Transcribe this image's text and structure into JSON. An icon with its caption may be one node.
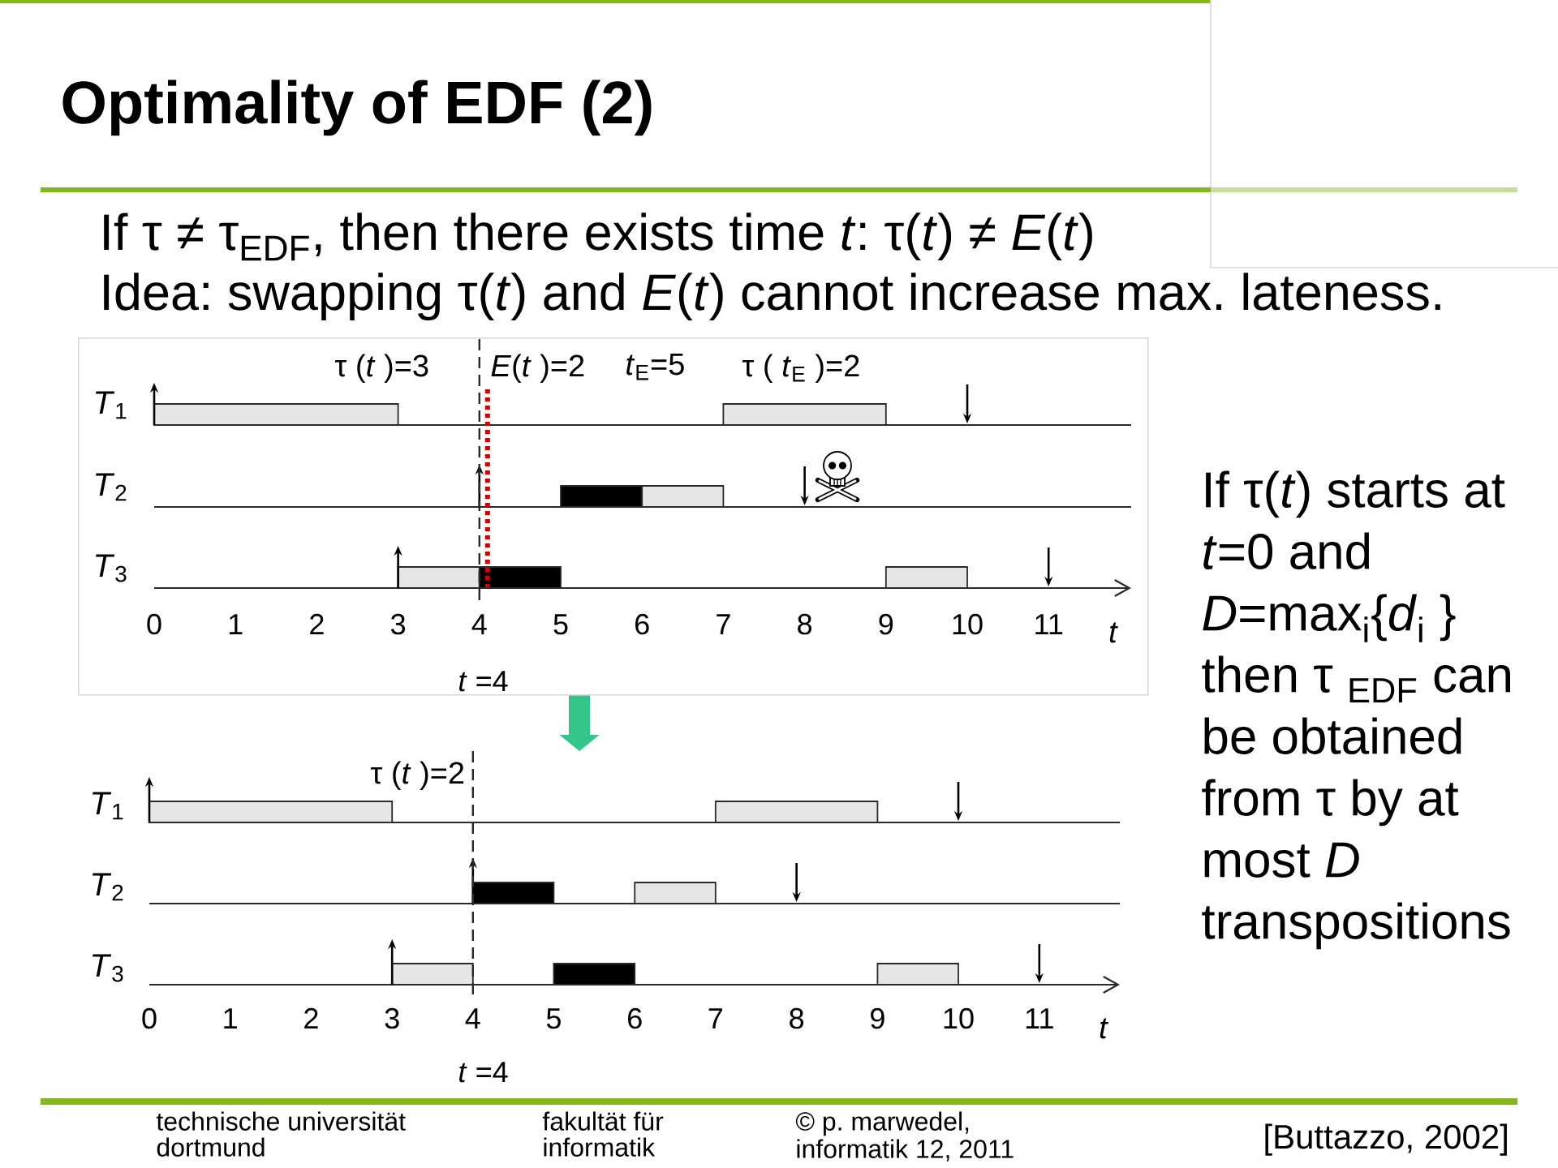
{
  "diagram": {
    "title": "Optimality of EDF (2)",
    "nodes": [
      {
        "text": [],
        "shape": "picture"
      },
      {
        "text": [],
        "shape": "picture"
      }
    ],
    "edges": [
      {
        "from": 0,
        "to": 1,
        "arrow": "to",
        "color": "#33c58a"
      }
    ],
    "labels": [
      "If τ ≠ τ$_{EDF}$, then there exists time *t*: τ(*t*) ≠ *E*(*t*)",
      "Idea: swapping τ(*t*) and *E*(*t*) cannot increase max. lateness.",
      "τ (*t* )=3",
      "*E*(*t* )=2",
      "*t*$_{E}$=5",
      "τ ( *t*$_{E}$ )=2",
      "*T*$_{1}$",
      "*T*$_{2}$",
      "*T*$_{3}$",
      "0",
      "1",
      "2",
      "3",
      "4",
      "5",
      "6",
      "7",
      "8",
      "9",
      "10",
      "11",
      "*t*",
      "*t* =4",
      "If τ(*t*) starts at *t*=0 and *D*=max$_{i}${*d*$_{i}$ } then τ $_{EDF}$ can be obtained from τ by at most *D* transpositions",
      "τ (*t* )=2",
      "*T*$_{1}$",
      "*T*$_{2}$",
      "*T*$_{3}$",
      "0",
      "1",
      "2",
      "3",
      "4",
      "5",
      "6",
      "7",
      "8",
      "9",
      "10",
      "11",
      "*t*",
      "*t* =4",
      "technische universität dortmund",
      "fakultät für informatik",
      "© p. marwedel, informatik 12, 2011",
      "[Buttazzo, 2002]"
    ]
  }
}
